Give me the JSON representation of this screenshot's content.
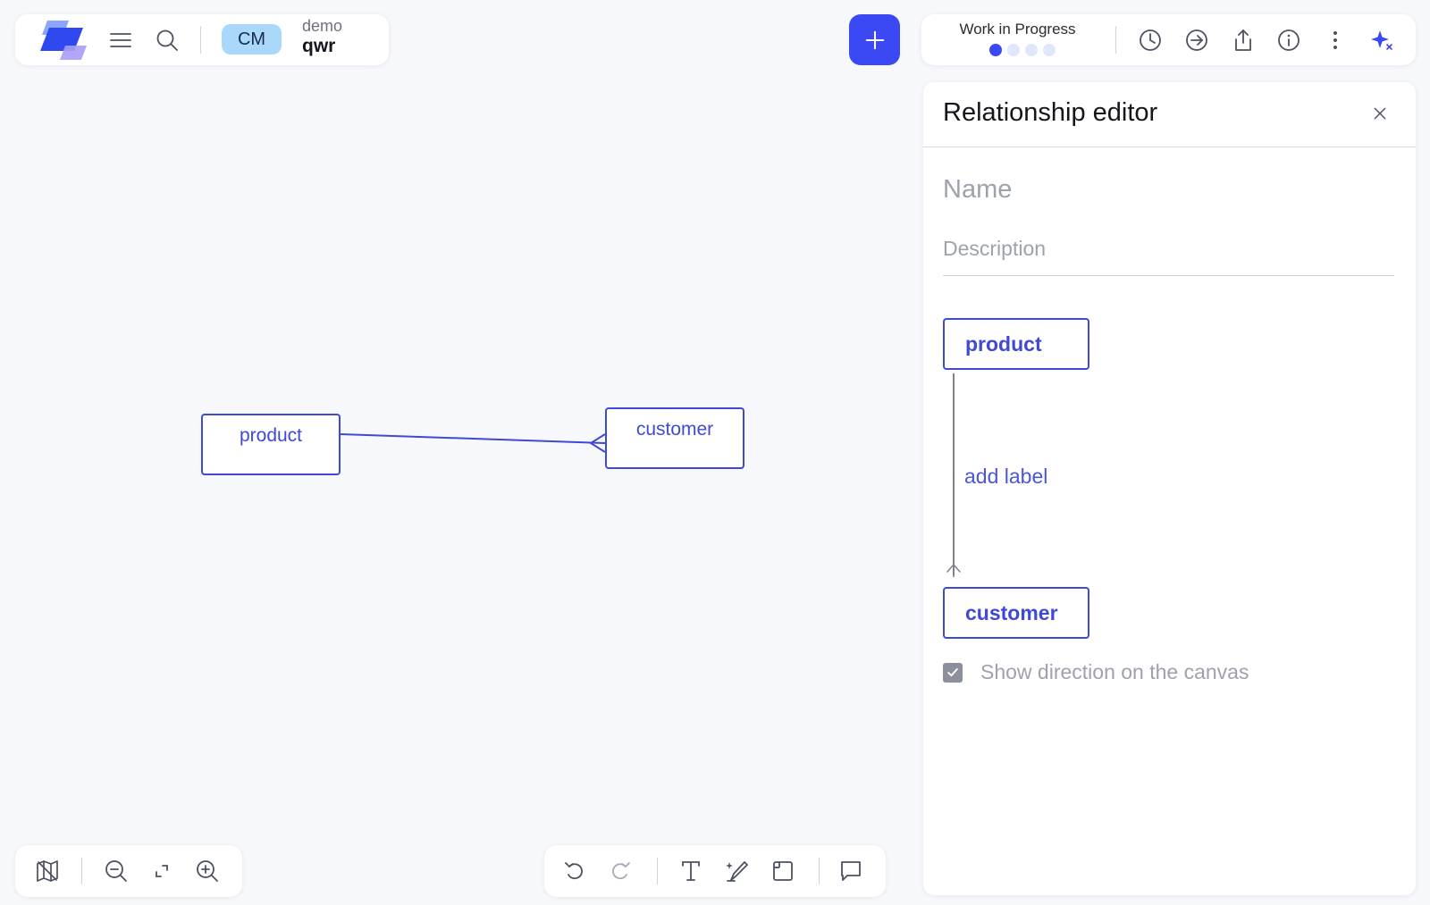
{
  "topbar": {
    "project_initials": "CM",
    "workspace_name": "demo",
    "project_name": "qwr"
  },
  "status": {
    "label": "Work in Progress",
    "steps_total": 4,
    "step_current": 1
  },
  "editor": {
    "title": "Relationship editor",
    "name_placeholder": "Name",
    "description_placeholder": "Description",
    "from_entity": "product",
    "to_entity": "customer",
    "add_label": "add label",
    "show_direction_label": "Show direction on the canvas",
    "show_direction_checked": true
  },
  "canvas": {
    "entities": [
      {
        "name": "product"
      },
      {
        "name": "customer"
      }
    ],
    "relationship": {
      "from": "product",
      "to": "customer",
      "to_cardinality": "many"
    }
  },
  "colors": {
    "accent": "#3b49f5",
    "entity_border": "#3f49d6",
    "chip_bg": "#a9d8fb",
    "panel_bg": "#ffffff",
    "canvas_bg": "#f7f8fb"
  },
  "icons": {
    "topbar_left": [
      "app-logo-icon",
      "menu-icon",
      "search-icon"
    ],
    "topbar_right": [
      "history-icon",
      "arrow-right-circle-icon",
      "share-icon",
      "info-icon",
      "more-vertical-icon",
      "ai-sparkle-icon"
    ],
    "bottom_left": [
      "map-off-icon",
      "zoom-out-icon",
      "fit-to-screen-icon",
      "zoom-in-icon"
    ],
    "bottom_center": [
      "undo-icon",
      "redo-icon",
      "text-tool-icon",
      "pen-tool-icon",
      "frame-tool-icon",
      "comment-tool-icon"
    ]
  }
}
